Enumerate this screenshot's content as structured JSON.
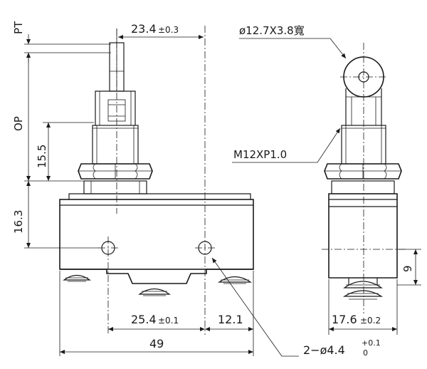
{
  "dimensions": {
    "pt": "PT",
    "op": "OP",
    "width_top": "23.4",
    "width_top_tol": "±0.3",
    "roller": "ø12.7X3.8寬",
    "thread": "M12XP1.0",
    "height_plunger": "15.5",
    "height_body": "16.3",
    "side_small": "9",
    "hole_spacing": "25.4",
    "hole_spacing_tol": "±0.1",
    "hole_edge": "12.1",
    "total_width": "49",
    "side_width": "17.6",
    "side_width_tol": "±0.2",
    "holes": "2−ø4.4",
    "holes_tol_upper": "+0.1",
    "holes_tol_lower": "0"
  }
}
